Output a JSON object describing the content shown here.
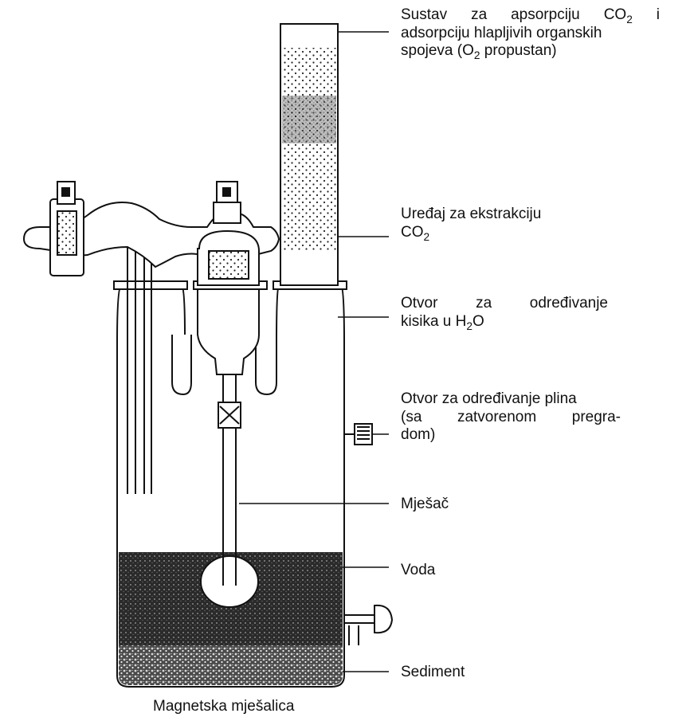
{
  "labels": {
    "absorption": {
      "line1_a": "Sustav  za  apsorpciju  CO",
      "line1_sub": "2",
      "line1_b": "  i",
      "line2": "adsorpciju  hlapljivih  organskih",
      "line3_a": "spojeva (O",
      "line3_sub": "2",
      "line3_b": " propustan)"
    },
    "extraction": {
      "line1": "Uređaj  za  ekstrakciju",
      "line2_a": "CO",
      "line2_sub": "2"
    },
    "oxygen_port": {
      "line1": "Otvor    za    određivanje",
      "line2_a": "kisika  u  H",
      "line2_sub": "2",
      "line2_b": "O"
    },
    "gas_port": {
      "line1": "Otvor za određivanje plina",
      "line2": "(sa    zatvorenom    pregra-",
      "line3": "dom)"
    },
    "stirrer": "Mješač",
    "water": "Voda",
    "sediment": "Sediment"
  },
  "caption": "Magnetska mješalica"
}
